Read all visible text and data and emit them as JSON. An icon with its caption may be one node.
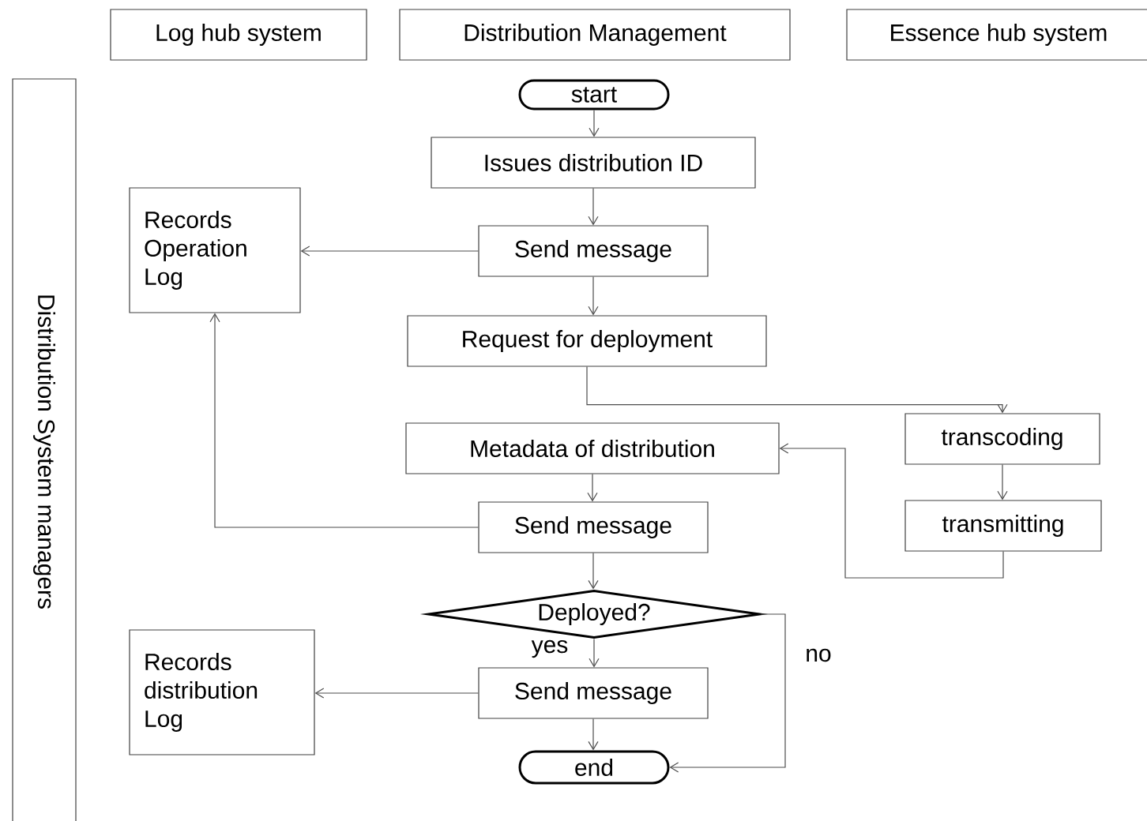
{
  "diagram": {
    "nodes": [
      {
        "text": [
          "Log hub system"
        ]
      },
      {
        "text": [
          "Distribution Management"
        ]
      },
      {
        "text": [
          "Essence hub system"
        ]
      },
      {
        "text": [
          "Distribution System managers"
        ]
      },
      {
        "text": [
          "start"
        ]
      },
      {
        "text": [
          "Issues distribution ID"
        ]
      },
      {
        "text": [
          "Records Operation Log"
        ]
      },
      {
        "text": [
          "Send message"
        ]
      },
      {
        "text": [
          "Request for deployment"
        ]
      },
      {
        "text": [
          "transcoding"
        ]
      },
      {
        "text": [
          "transmitting"
        ]
      },
      {
        "text": [
          "Metadata of distribution"
        ]
      },
      {
        "text": [
          "Send message"
        ]
      },
      {
        "text": [
          "Deployed?"
        ]
      },
      {
        "text": [
          "Records distribution Log"
        ]
      },
      {
        "text": [
          "Send message"
        ]
      },
      {
        "text": [
          "end"
        ]
      }
    ],
    "edges": [
      {
        "from": 4,
        "to": 5,
        "arrow": "to"
      },
      {
        "from": 5,
        "to": 7,
        "arrow": "to"
      },
      {
        "from": 7,
        "to": 6,
        "arrow": "to"
      },
      {
        "from": 7,
        "to": 8,
        "arrow": "to"
      },
      {
        "from": 8,
        "to": 9,
        "arrow": "to"
      },
      {
        "from": 9,
        "to": 10,
        "arrow": "to"
      },
      {
        "from": 10,
        "to": 11,
        "arrow": "to"
      },
      {
        "from": 11,
        "to": 12,
        "arrow": "to"
      },
      {
        "from": 12,
        "to": 6,
        "arrow": "to"
      },
      {
        "from": 12,
        "to": 13,
        "arrow": "to"
      },
      {
        "from": 13,
        "to": 15,
        "arrow": "to",
        "label": "yes"
      },
      {
        "from": 15,
        "to": 14,
        "arrow": "to"
      },
      {
        "from": 15,
        "to": 16,
        "arrow": "to"
      },
      {
        "from": 13,
        "to": 16,
        "arrow": "to",
        "label": "no"
      }
    ]
  }
}
